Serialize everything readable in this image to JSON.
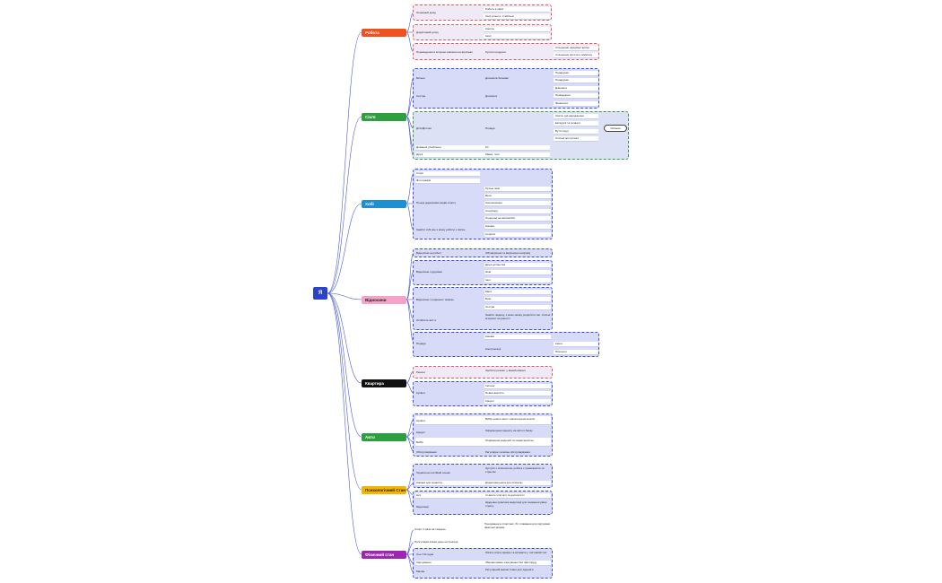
{
  "root": {
    "label": "Я"
  },
  "branches": [
    {
      "key": "work",
      "label": "Робота",
      "color": "#f0521f"
    },
    {
      "key": "family",
      "label": "Сім'я",
      "color": "#2e9e3e"
    },
    {
      "key": "hobby",
      "label": "Хобі",
      "color": "#1e8fd0"
    },
    {
      "key": "relations",
      "label": "Відносини",
      "color": "#f6a3c8"
    },
    {
      "key": "flat",
      "label": "Квартира",
      "color": "#111111"
    },
    {
      "key": "car",
      "label": "Авто",
      "color": "#2e9e3e"
    },
    {
      "key": "psycho",
      "label": "Психологічний Стан",
      "color": "#f4b400"
    },
    {
      "key": "physical",
      "label": "Фізичний стан",
      "color": "#9c27b0"
    }
  ],
  "work": {
    "g1": {
      "a": "Основний дохід",
      "b1": "Робота в офісі",
      "b2": "Свої клієнти, стабільно"
    },
    "g2": {
      "a": "Додатковий дохід",
      "b1": "Крипта",
      "b2": "Акції"
    },
    "g3": {
      "a": "Переведення в інтернет-магазин на фрілансі",
      "b": "Купити продукти",
      "c1": "Створення офіційної вилки",
      "c2": "Створення простого шаблону"
    }
  },
  "family": {
    "kids": "Батьки",
    "kids_b": "Допомога батькам",
    "r1": "Подарунки",
    "r2": "Подарунки",
    "r3": "Дзвонити",
    "r4": "Приїжджати",
    "r5": "Фінансово",
    "sister": "Сестра",
    "sister_b": "Допомога",
    "children": "Діти/Діточки",
    "children_b": "Поради",
    "c1": "Свята, дні народження",
    "c2": "Екскурсії та розваги",
    "c3": "Бути поруч",
    "c4": "Спільні прогулянки",
    "together": "Спільно",
    "home": "Домашні улюбленці",
    "home_b": "Кіт",
    "sis2": "Друзі",
    "sis2_b": "Мама, тато"
  },
  "hobby": {
    "h1": "Спорт",
    "h2": "Фотографія",
    "h3": "Пошук додаткових видів спорту",
    "s1": "Гірські лижі",
    "s2": "Вело",
    "s3": "Скелелазіння",
    "s4": "Сноуборд",
    "s5": "Подорожі на автомобілі",
    "h4": "Знайти хобі яке я можу робити з сім'єю",
    "f1": "Книжки",
    "f2": "Серіали"
  },
  "relations": {
    "r0": "Відносини на роботі",
    "r0b": "Обговорення та вирішення напряму",
    "r1": "Відносини з друзями",
    "r1a": "Друзі дитинства",
    "r1b": "Нові",
    "r1c": "Інші",
    "r2": "Відносини з родиною / мамою",
    "r2a": "Мати",
    "r2b": "Брат",
    "r2c": "Сестра",
    "r3": "Особисте життя",
    "r3b": "Знайти людину, з якою зможу розділити час, спільні інтереси та цінності",
    "r4": "Поради",
    "r4a": "Книжки",
    "r4b": "Консультації",
    "r4c": "Книги",
    "r4d": "Психолог"
  },
  "flat": {
    "a": "Ремонт",
    "ab": "Зробити ремонт у ванній кімнаті",
    "b": "Купівля",
    "b1": "Іпотека",
    "b2": "Повна вартість",
    "b3": "Кредит"
  },
  "car": {
    "a": "Купівля",
    "ab": "Вибір нового авто і накопичення коштів",
    "b": "Кредит",
    "bb": "Оформлення кредиту на авто в банку",
    "c": "Вибір",
    "cb": "Порівняння моделей та характеристик",
    "d": "Обслуговування",
    "db": "Регулярне технічне обслуговування"
  },
  "psycho": {
    "a": "Терапія на постійній основі",
    "ab": "Зустрічі з психологом, робота з тривожністю та стресом",
    "b": "Книжки для розвитку",
    "bb": "Додаткова книга для розвитку",
    "c": "Цілі",
    "cb": "Ставити чіткі цілі та досягати їх",
    "d": "Медитації",
    "db": "Щоденна практика медитації для зниження рівня стресу"
  },
  "physical": {
    "a": "Спорт 3 рази на тиждень",
    "ab": "Тренування в спортзалі, біг, плавання для підтримки фізичної форми",
    "b": "Прогулянки кожен день на природі",
    "c": "Сон 7-8 годин",
    "cb": "Лягати спати раніше та вставати у той самий час",
    "d": "Харчування",
    "db": "Збалансоване харчування без фастфуду",
    "e": "Масаж",
    "eb": "Регулярний масаж спини для здоров'я"
  }
}
